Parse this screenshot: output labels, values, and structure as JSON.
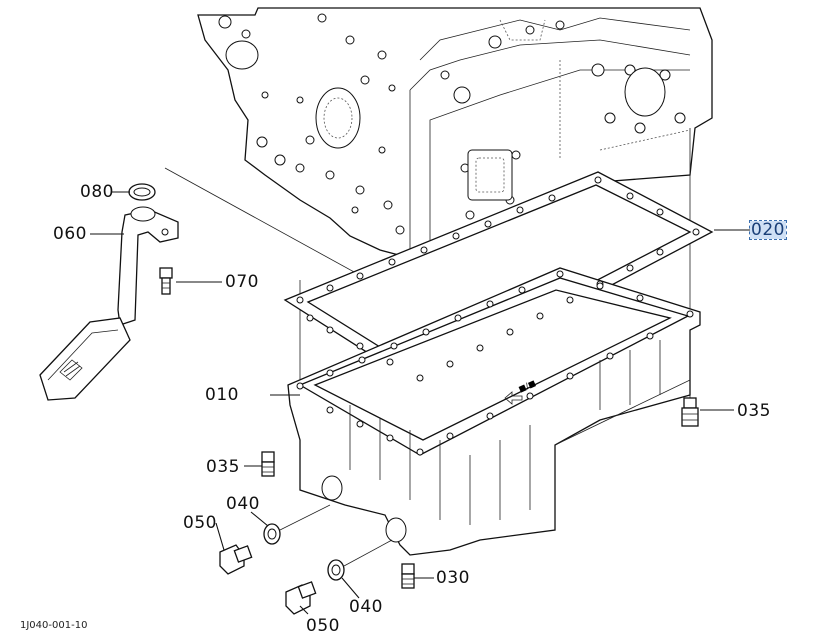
{
  "diagram": {
    "labels": {
      "p080": "080",
      "p060": "060",
      "p070": "070",
      "p020": "020",
      "p010": "010",
      "p035a": "035",
      "p035b": "035",
      "p040a": "040",
      "p050a": "050",
      "p040b": "040",
      "p050b": "050",
      "p030": "030"
    },
    "selected_label": "p020",
    "selection_color": "#cfe0f5",
    "figure_code": "1J040-001-10"
  }
}
